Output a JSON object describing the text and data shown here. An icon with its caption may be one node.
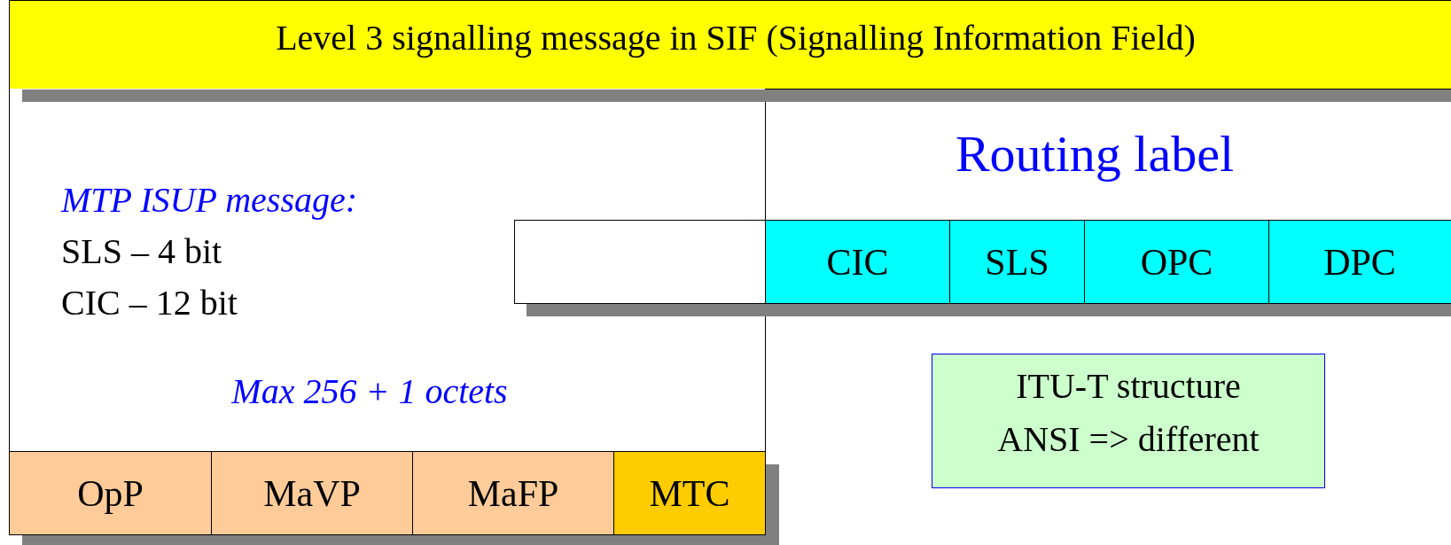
{
  "diagram": {
    "nodes": [
      {
        "text": [
          "Level 3 signalling message in SIF (Signalling Information Field)"
        ]
      },
      {
        "text": [
          "MTP ISUP message:",
          "SLS – 4 bit",
          "CIC – 12 bit",
          "Max 256 + 1 octets"
        ]
      },
      {
        "text": [
          "OpP"
        ]
      },
      {
        "text": [
          "MaVP"
        ]
      },
      {
        "text": [
          "MaFP"
        ]
      },
      {
        "text": [
          "MTC"
        ]
      },
      {
        "text": [],
        "shape": "box",
        "in": 1
      },
      {
        "text": [
          "CIC"
        ]
      },
      {
        "text": [
          "SLS"
        ]
      },
      {
        "text": [
          "OPC"
        ]
      },
      {
        "text": [
          "DPC"
        ]
      },
      {
        "text": [
          "ITU-T structure",
          "ANSI => different"
        ]
      }
    ],
    "edges": [],
    "labels": [
      "Routing label"
    ]
  }
}
